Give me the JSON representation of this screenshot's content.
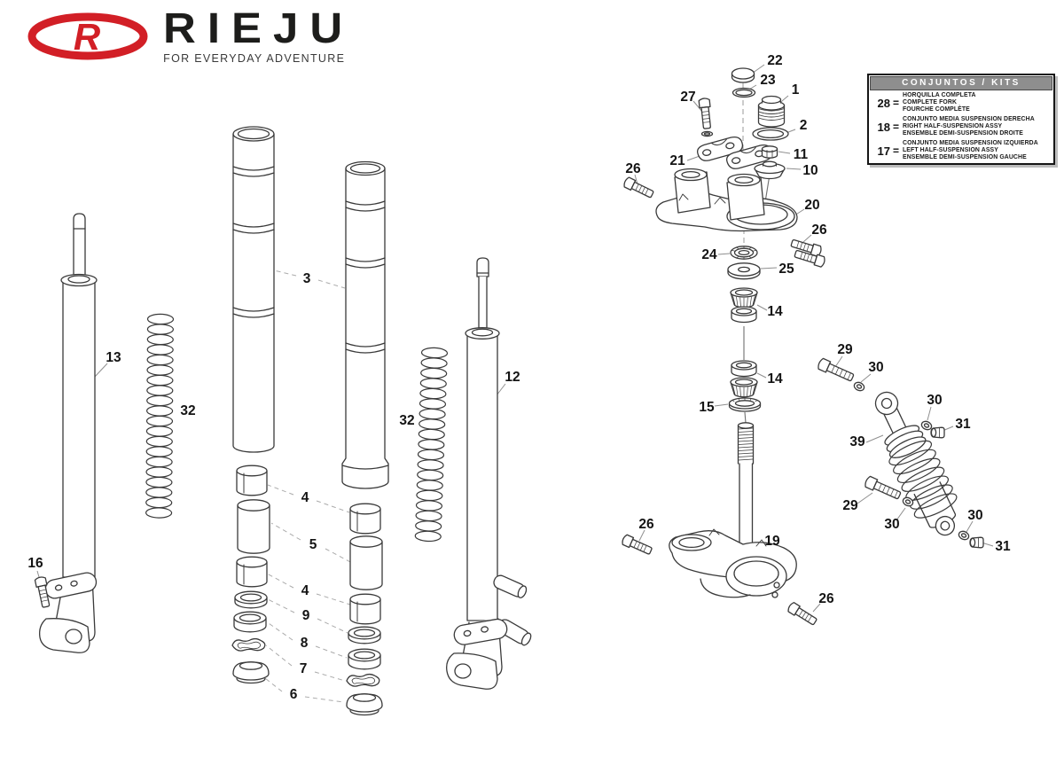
{
  "brand": {
    "r_mark": "R",
    "name": "RIEJU",
    "tagline": "FOR EVERYDAY ADVENTURE",
    "accent_color": "#d21f26"
  },
  "kits_table": {
    "title": "CONJUNTOS / KITS",
    "rows": [
      {
        "num": "28",
        "eq": "=",
        "line1": "HORQUILLA COMPLETA",
        "line2": "COMPLETE FORK",
        "line3": "FOURCHE COMPLÈTE"
      },
      {
        "num": "18",
        "eq": "=",
        "line1": "CONJUNTO MEDIA SUSPENSION DERECHA",
        "line2": "RIGHT HALF-SUSPENSION ASSY",
        "line3": "ENSEMBLE DEMI-SUSPENSION DROITE"
      },
      {
        "num": "17",
        "eq": "=",
        "line1": "CONJUNTO MEDIA SUSPENSION IZQUIERDA",
        "line2": "LEFT HALF-SUSPENSION ASSY",
        "line3": "ENSEMBLE DEMI-SUSPENSION GAUCHE"
      }
    ]
  },
  "callouts": {
    "c1": "1",
    "c2": "2",
    "c3": "3",
    "c4_upper": "4",
    "c4_lower": "4",
    "c5": "5",
    "c6": "6",
    "c7": "7",
    "c8": "8",
    "c9": "9",
    "c10": "10",
    "c11": "11",
    "c12": "12",
    "c13": "13",
    "c14_upper": "14",
    "c14_lower": "14",
    "c15": "15",
    "c16": "16",
    "c19": "19",
    "c20": "20",
    "c21": "21",
    "c22": "22",
    "c23": "23",
    "c24": "24",
    "c25": "25",
    "c26_top_left": "26",
    "c26_top_right": "26",
    "c26_bottom_left": "26",
    "c26_bottom_right": "26",
    "c27": "27",
    "c29_top": "29",
    "c29_bottom": "29",
    "c30_top": "30",
    "c30_mid": "30",
    "c30_bottom_left": "30",
    "c30_bottom_right": "30",
    "c31_mid": "31",
    "c31_bottom": "31",
    "c32_left": "32",
    "c32_right": "32",
    "c39": "39"
  }
}
